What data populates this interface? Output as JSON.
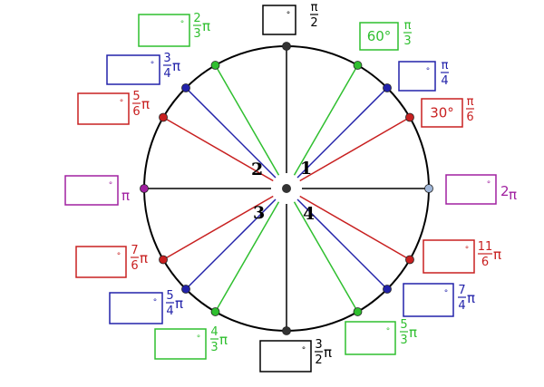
{
  "colors": {
    "axis": "#000000",
    "green": "#2fbf2f",
    "blue": "#2222aa",
    "red": "#c82020",
    "purple": "#a020a0",
    "zero_point": "#9fb6d8"
  },
  "quadrants": [
    "1",
    "2",
    "3",
    "4"
  ],
  "angles": [
    {
      "id": "pi-over-2",
      "box_text": "",
      "num": "π",
      "den": "2",
      "coef": "",
      "pi": "",
      "color": "axis"
    },
    {
      "id": "pi-over-3",
      "box_text": "60°",
      "num": "π",
      "den": "3",
      "coef": "",
      "pi": "",
      "color": "green"
    },
    {
      "id": "pi-over-4",
      "box_text": "",
      "num": "π",
      "den": "4",
      "coef": "",
      "pi": "",
      "color": "blue"
    },
    {
      "id": "pi-over-6",
      "box_text": "30°",
      "num": "π",
      "den": "6",
      "coef": "",
      "pi": "",
      "color": "red"
    },
    {
      "id": "two-pi",
      "box_text": "",
      "num": "",
      "den": "",
      "coef": "2",
      "pi": "π",
      "color": "purple"
    },
    {
      "id": "11pi-over-6",
      "box_text": "",
      "num": "11",
      "den": "6",
      "coef": "",
      "pi": "π",
      "color": "red"
    },
    {
      "id": "7pi-over-4",
      "box_text": "",
      "num": "7",
      "den": "4",
      "coef": "",
      "pi": "π",
      "color": "blue"
    },
    {
      "id": "5pi-over-3",
      "box_text": "",
      "num": "5",
      "den": "3",
      "coef": "",
      "pi": "π",
      "color": "green"
    },
    {
      "id": "3pi-over-2",
      "box_text": "",
      "num": "3",
      "den": "2",
      "coef": "",
      "pi": "π",
      "color": "axis"
    },
    {
      "id": "4pi-over-3",
      "box_text": "",
      "num": "4",
      "den": "3",
      "coef": "",
      "pi": "π",
      "color": "green"
    },
    {
      "id": "5pi-over-4",
      "box_text": "",
      "num": "5",
      "den": "4",
      "coef": "",
      "pi": "π",
      "color": "blue"
    },
    {
      "id": "7pi-over-6",
      "box_text": "",
      "num": "7",
      "den": "6",
      "coef": "",
      "pi": "π",
      "color": "red"
    },
    {
      "id": "pi",
      "box_text": "",
      "num": "",
      "den": "",
      "coef": "",
      "pi": "π",
      "color": "purple"
    },
    {
      "id": "5pi-over-6",
      "box_text": "",
      "num": "5",
      "den": "6",
      "coef": "",
      "pi": "π",
      "color": "red"
    },
    {
      "id": "3pi-over-4",
      "box_text": "",
      "num": "3",
      "den": "4",
      "coef": "",
      "pi": "π",
      "color": "blue"
    },
    {
      "id": "2pi-over-3",
      "box_text": "",
      "num": "2",
      "den": "3",
      "coef": "",
      "pi": "π",
      "color": "green"
    }
  ]
}
